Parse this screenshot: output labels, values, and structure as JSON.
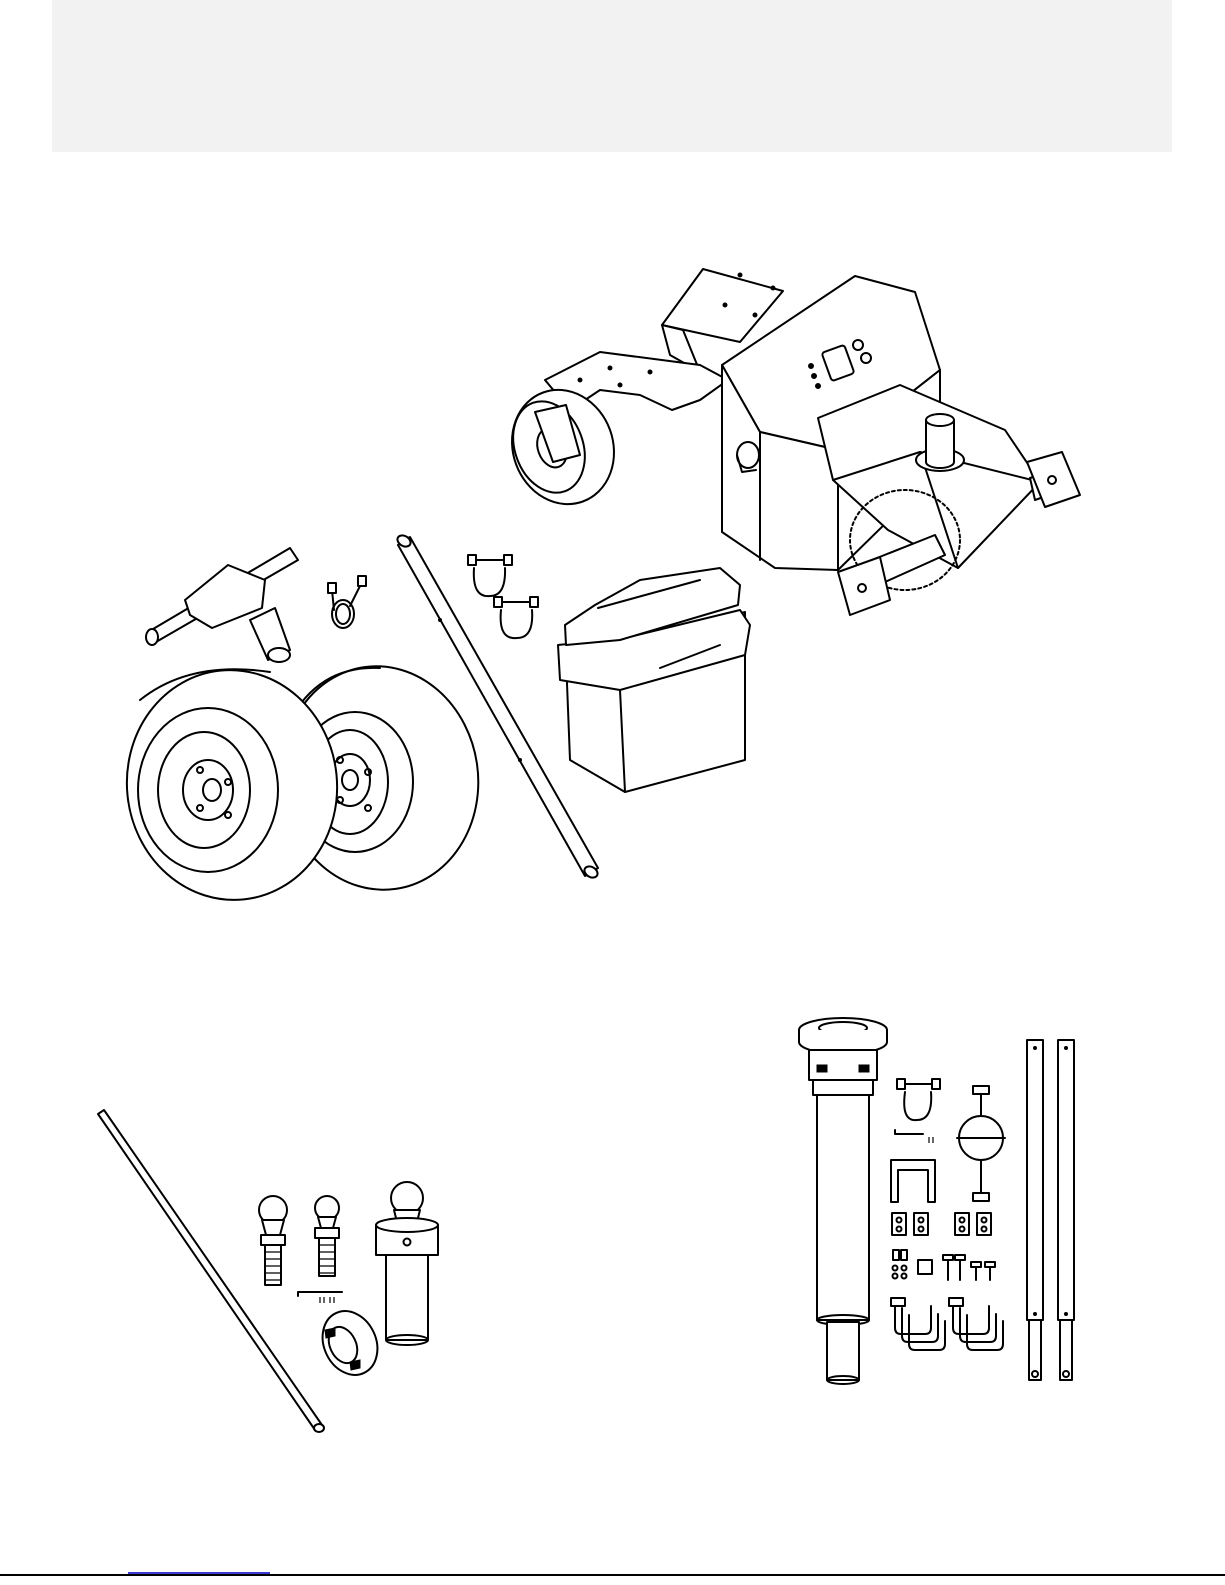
{
  "page": {
    "header_band": {
      "text": ""
    },
    "figures": [
      {
        "id": "main-kit"
      },
      {
        "id": "hitch-kit"
      },
      {
        "id": "mount-kit"
      }
    ],
    "colors": {
      "band": "#f2f2f2",
      "line": "#000000",
      "link": "#3b3bd6"
    }
  }
}
